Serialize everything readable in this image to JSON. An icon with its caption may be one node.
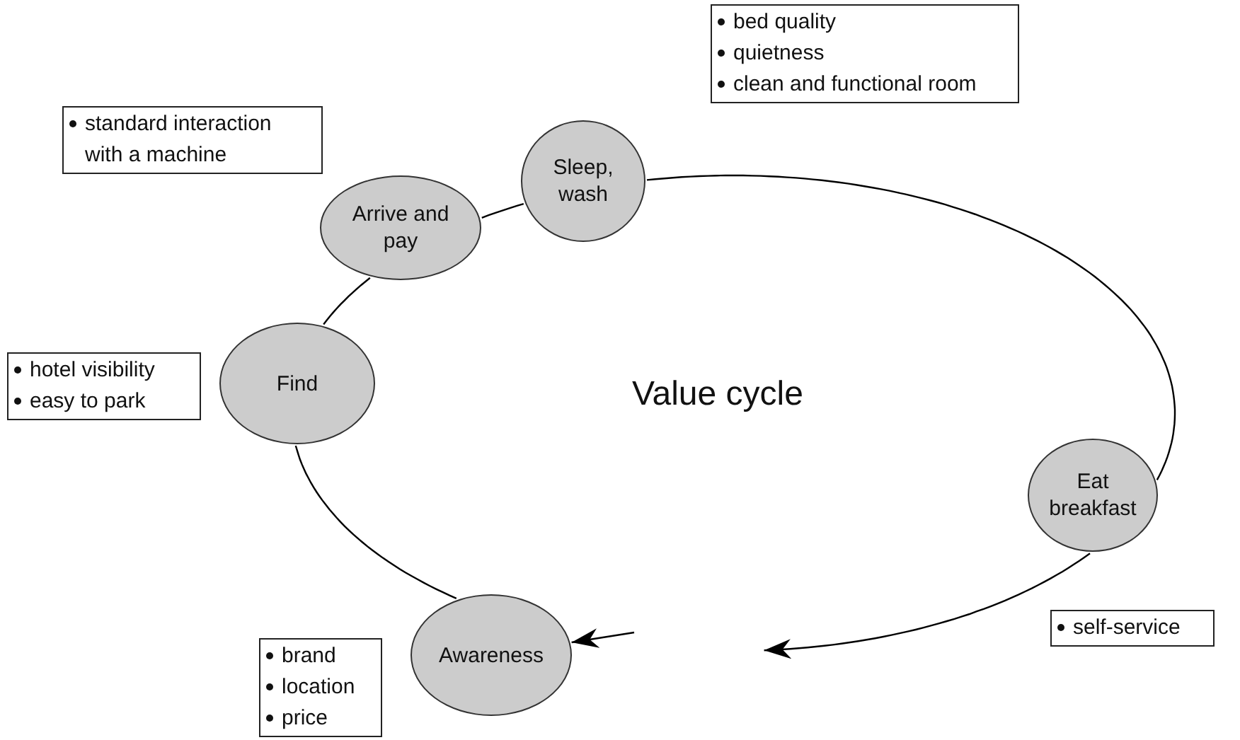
{
  "diagram": {
    "nodes": [
      {
        "text": [
          "bed quality",
          "quietness",
          "clean and functional room"
        ]
      },
      {
        "text": [
          "standard interaction with a machine"
        ]
      },
      {
        "text": [
          "Sleep, wash"
        ]
      },
      {
        "text": [
          "Arrive and pay"
        ]
      },
      {
        "text": [
          "Find"
        ]
      },
      {
        "text": [
          "hotel visibility",
          "easy to park"
        ]
      },
      {
        "text": [
          "Eat breakfast"
        ]
      },
      {
        "text": [
          "self-service"
        ]
      },
      {
        "text": [
          "Awareness"
        ]
      },
      {
        "text": [
          "brand",
          "location",
          "price"
        ]
      }
    ],
    "edges": [
      {
        "from": 8,
        "to": 4,
        "arrow": "none"
      },
      {
        "from": 4,
        "to": 3,
        "arrow": "none"
      },
      {
        "from": 3,
        "to": 2,
        "arrow": "none"
      },
      {
        "from": 2,
        "to": 6,
        "arrow": "none"
      },
      {
        "from": 6,
        "to": null,
        "arrow": "to"
      },
      {
        "from": null,
        "to": 8,
        "arrow": "to"
      }
    ],
    "labels": [
      "Value cycle"
    ]
  }
}
